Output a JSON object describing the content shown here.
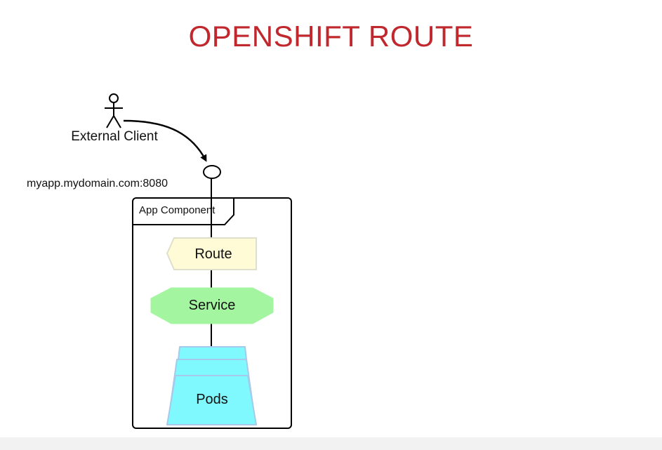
{
  "title": "OPENSHIFT ROUTE",
  "colors": {
    "title": "#c0282e",
    "route_fill": "#fffbd6",
    "service_fill": "#a3f5a0",
    "pods_fill": "#7ff9fd",
    "line": "#000000"
  },
  "icons": {
    "client": "person-icon",
    "endpoint": "endpoint-port-icon"
  },
  "diagram": {
    "client_label": "External Client",
    "endpoint_label": "myapp.mydomain.com:8080",
    "component_label": "App Component",
    "route_label": "Route",
    "service_label": "Service",
    "pods_label": "Pods"
  }
}
